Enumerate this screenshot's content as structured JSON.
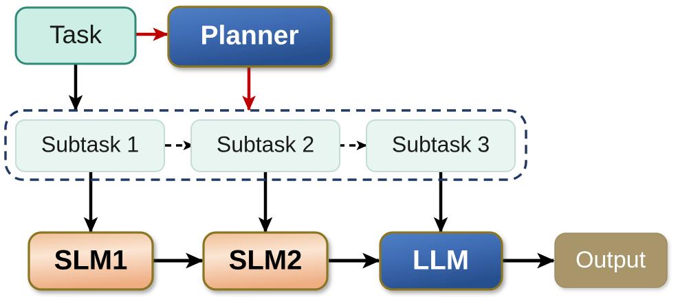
{
  "diagram": {
    "title": "Planner SLM LLM pipeline flow diagram",
    "colors": {
      "task_fill": "#cdeee4",
      "task_stroke": "#2f8a79",
      "planner_fill_top": "#4877bd",
      "planner_fill_bottom": "#2a5495",
      "planner_stroke": "#8a7424",
      "subtask_fill": "#e8f5f1",
      "subtask_stroke": "#bcd9d2",
      "group_stroke": "#1f3864",
      "slm_fill_top": "#f3c9a6",
      "slm_fill_mid": "#fbe4d0",
      "slm_fill_bottom": "#eeb288",
      "slm_stroke": "#8a7424",
      "llm_fill_top": "#4877bd",
      "llm_fill_bottom": "#2a5495",
      "llm_stroke": "#8a7424",
      "output_fill": "#a8966a",
      "output_stroke": "#8f7f58",
      "arrow_black": "#000000",
      "arrow_red": "#c00000"
    },
    "nodes": {
      "task": {
        "label": "Task"
      },
      "planner": {
        "label": "Planner"
      },
      "subtask1": {
        "label": "Subtask 1"
      },
      "subtask2": {
        "label": "Subtask 2"
      },
      "subtask3": {
        "label": "Subtask 3"
      },
      "slm1": {
        "label": "SLM1"
      },
      "slm2": {
        "label": "SLM2"
      },
      "llm": {
        "label": "LLM"
      },
      "output": {
        "label": "Output"
      }
    },
    "edges": [
      {
        "id": "task-to-planner",
        "from": "task",
        "to": "planner",
        "style": "solid",
        "color": "#c00000"
      },
      {
        "id": "planner-to-subtasks",
        "from": "planner",
        "to": "subtask-group",
        "style": "solid",
        "color": "#c00000"
      },
      {
        "id": "task-to-subtasks",
        "from": "task",
        "to": "subtask-group",
        "style": "solid",
        "color": "#000000"
      },
      {
        "id": "subtask1-to-subtask2",
        "from": "subtask1",
        "to": "subtask2",
        "style": "dashed",
        "color": "#000000"
      },
      {
        "id": "subtask2-to-subtask3",
        "from": "subtask2",
        "to": "subtask3",
        "style": "dashed",
        "color": "#000000"
      },
      {
        "id": "subtask1-to-slm1",
        "from": "subtask1",
        "to": "slm1",
        "style": "solid",
        "color": "#000000"
      },
      {
        "id": "subtask2-to-slm2",
        "from": "subtask2",
        "to": "slm2",
        "style": "solid",
        "color": "#000000"
      },
      {
        "id": "subtask3-to-llm",
        "from": "subtask3",
        "to": "llm",
        "style": "solid",
        "color": "#000000"
      },
      {
        "id": "slm1-to-slm2",
        "from": "slm1",
        "to": "slm2",
        "style": "solid",
        "color": "#000000"
      },
      {
        "id": "slm2-to-llm",
        "from": "slm2",
        "to": "llm",
        "style": "solid",
        "color": "#000000"
      },
      {
        "id": "llm-to-output",
        "from": "llm",
        "to": "output",
        "style": "solid",
        "color": "#000000"
      }
    ]
  }
}
